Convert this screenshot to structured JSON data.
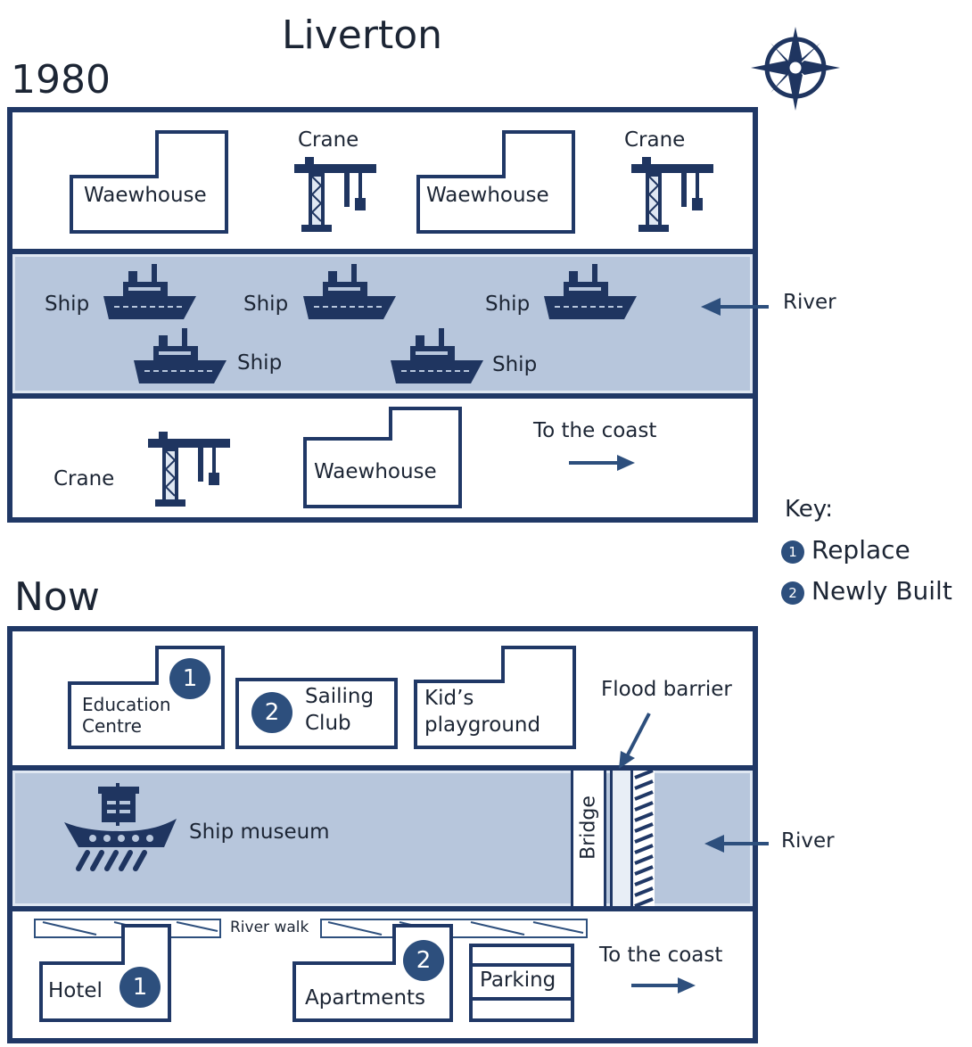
{
  "map": {
    "title": "Liverton",
    "period_then": "1980",
    "period_now": "Now",
    "river_label": "River",
    "coast_label": "To the coast",
    "key": {
      "heading": "Key:",
      "items": [
        {
          "number": "1",
          "label": "Replace"
        },
        {
          "number": "2",
          "label": "Newly Built"
        }
      ]
    }
  },
  "then": {
    "north": [
      {
        "label": "Waewhouse",
        "kind": "warehouse"
      },
      {
        "label": "Crane",
        "kind": "crane"
      },
      {
        "label": "Waewhouse",
        "kind": "warehouse"
      },
      {
        "label": "Crane",
        "kind": "crane"
      }
    ],
    "river": [
      {
        "label": "Ship"
      },
      {
        "label": "Ship"
      },
      {
        "label": "Ship"
      },
      {
        "label": "Ship"
      },
      {
        "label": "Ship"
      }
    ],
    "south": [
      {
        "label": "Crane",
        "kind": "crane"
      },
      {
        "label": "Waewhouse",
        "kind": "warehouse"
      }
    ]
  },
  "now": {
    "north": [
      {
        "label": "Education Centre",
        "line1": "Education",
        "line2": "Centre",
        "badge": "1"
      },
      {
        "label": "Sailing Club",
        "line1": "Sailing",
        "line2": "Club",
        "badge": "2"
      },
      {
        "label": "Kid's playground",
        "line1": "Kid’s",
        "line2": "playground"
      },
      {
        "label": "Flood barrier"
      }
    ],
    "river": [
      {
        "label": "Ship museum"
      },
      {
        "label": "Bridge"
      }
    ],
    "south": [
      {
        "label": "River walk"
      },
      {
        "label": "Hotel",
        "badge": "1"
      },
      {
        "label": "Apartments",
        "badge": "2"
      },
      {
        "label": "Parking"
      }
    ]
  },
  "colors": {
    "frame": "#203866",
    "river": "#b7c6dc",
    "badge": "#2d4f7d",
    "icon": "#1f3560"
  },
  "icons": [
    "compass-rose-icon",
    "crane-icon",
    "ship-icon",
    "museum-ship-icon",
    "arrow-icon"
  ]
}
